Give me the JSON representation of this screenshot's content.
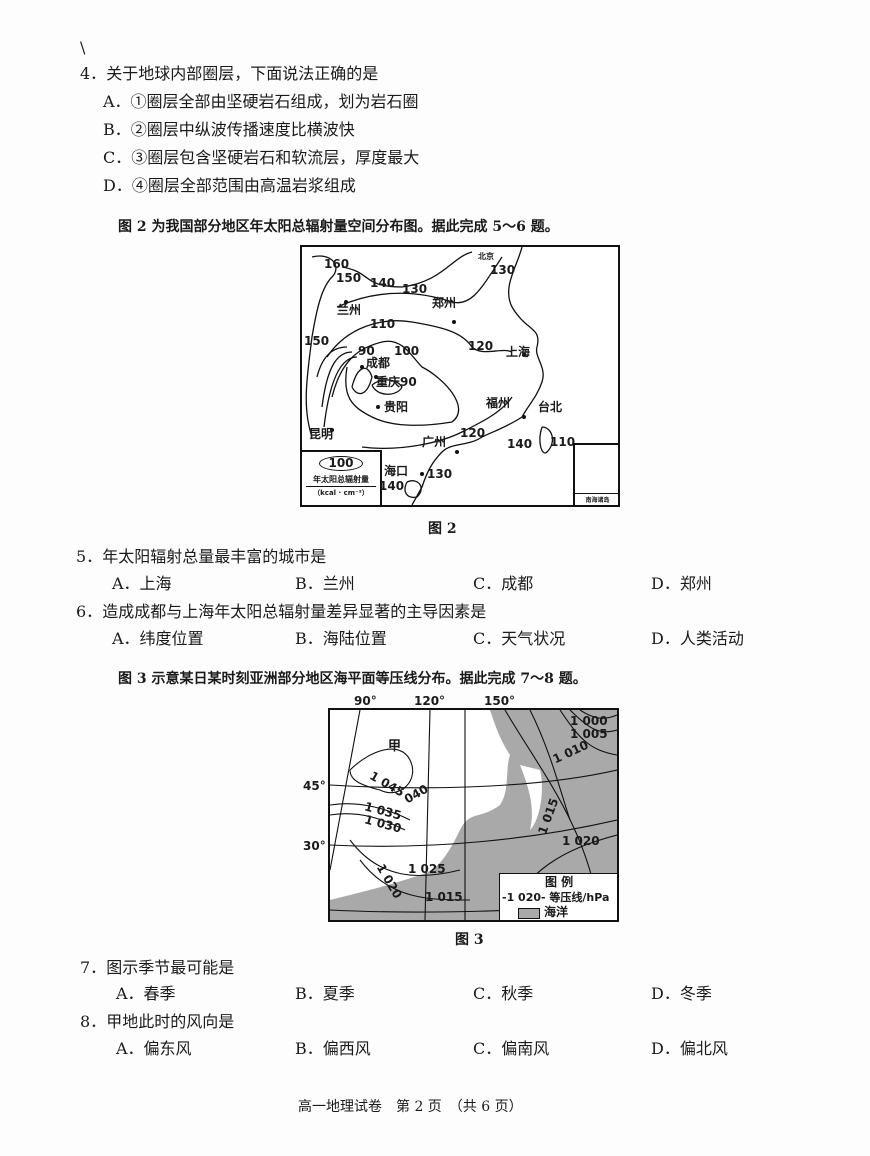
{
  "questions": [
    {
      "num": "4．",
      "stem": "关于地球内部圈层，下面说法正确的是",
      "options": [
        "A．①圈层全部由坚硬岩石组成，划为岩石圈",
        "B．②圈层中纵波传播速度比横波快",
        "C．③圈层包含坚硬岩石和软流层，厚度最大",
        "D．④圈层全部范围由高温岩浆组成"
      ]
    },
    {
      "num": "5．",
      "stem": "年太阳辐射总量最丰富的城市是",
      "options": [
        "A．上海",
        "B．兰州",
        "C．成都",
        "D．郑州"
      ]
    },
    {
      "num": "6．",
      "stem": "造成成都与上海年太阳总辐射量差异显著的主导因素是",
      "options": [
        "A．纬度位置",
        "B．海陆位置",
        "C．天气状况",
        "D．人类活动"
      ]
    },
    {
      "num": "7．",
      "stem": "图示季节最可能是",
      "options": [
        "A．春季",
        "B．夏季",
        "C．秋季",
        "D．冬季"
      ]
    },
    {
      "num": "8．",
      "stem": "甲地此时的风向是",
      "options": [
        "A．偏东风",
        "B．偏西风",
        "C．偏南风",
        "D．偏北风"
      ]
    }
  ],
  "fig2": {
    "intro": "图 2 为我国部分地区年太阳总辐射量空间分布图。据此完成 5～6 题。",
    "caption": "图 2",
    "labels": [
      "北京",
      "130",
      "160",
      "150",
      "140",
      "130",
      "郑州",
      "兰州",
      "110",
      "150",
      "120",
      "上海",
      "90",
      "100",
      "成都",
      "重庆90",
      "贵阳",
      "福州",
      "台北",
      "昆明",
      "120",
      "广州",
      "140",
      "110",
      "海口",
      "130",
      "140"
    ],
    "legend": {
      "value": "100",
      "title": "年太阳总辐射量",
      "unit": "（kcal · cm⁻²）"
    },
    "inset": "南海诸岛"
  },
  "fig3": {
    "intro": "图 3 示意某日某时刻亚洲部分地区海平面等压线分布。据此完成 7～8 题。",
    "caption": "图 3",
    "lon": [
      "90°",
      "120°",
      "150°"
    ],
    "lat": [
      "45°",
      "30°"
    ],
    "labels": [
      "甲",
      "1 045",
      "040",
      "1 035",
      "1 030",
      "1 025",
      "1 020",
      "1 015",
      "1 000",
      "1 005",
      "1 010",
      "1 015",
      "1 020"
    ],
    "legend": {
      "title": "图 例",
      "isobar": "-1 020- 等压线/hPa",
      "ocean": "海洋"
    },
    "ocean_color": "#a9a9a9"
  },
  "footer": "高一地理试卷　第 2 页　（共 6 页）"
}
